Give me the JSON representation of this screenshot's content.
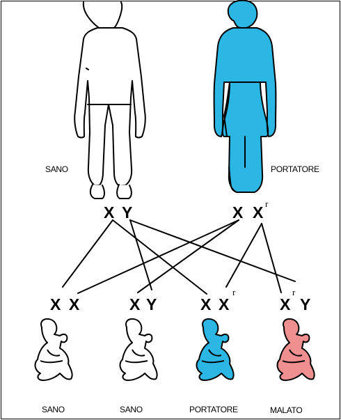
{
  "colors": {
    "carrier_fill": "#2cb6e3",
    "affected_fill": "#f08f8f",
    "healthy_fill": "#ffffff",
    "outline": "#000000"
  },
  "parents": {
    "father": {
      "label": "SANO",
      "genotype_left": "X",
      "genotype_right": "Y",
      "icon": "man-figure-icon"
    },
    "mother": {
      "label": "PORTATORE",
      "genotype_left": "X",
      "genotype_right": "X",
      "superscript": "r",
      "icon": "woman-figure-icon"
    }
  },
  "children": [
    {
      "label": "SANO",
      "genotype_left": "X",
      "genotype_right": "X",
      "superscript": "",
      "icon": "baby-icon"
    },
    {
      "label": "SANO",
      "genotype_left": "X",
      "genotype_right": "Y",
      "superscript": "",
      "icon": "baby-icon"
    },
    {
      "label": "PORTATORE",
      "genotype_left": "X",
      "genotype_right": "X",
      "superscript": "r",
      "icon": "baby-icon"
    },
    {
      "label": "MALATO",
      "genotype_left": "X",
      "genotype_right": "Y",
      "superscript": "r",
      "icon": "baby-icon"
    }
  ]
}
